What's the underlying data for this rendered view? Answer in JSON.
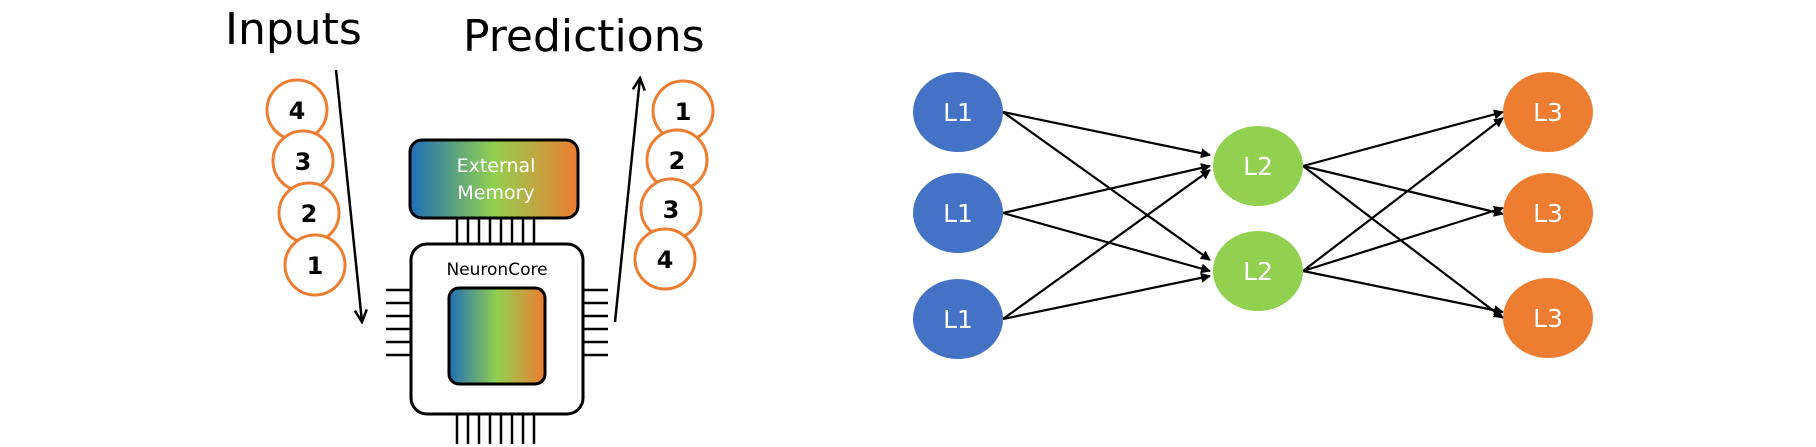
{
  "left_diagram": {
    "inputs_label": "Inputs",
    "predictions_label": "Predictions",
    "input_queue": [
      "4",
      "3",
      "2",
      "1"
    ],
    "prediction_queue": [
      "1",
      "2",
      "3",
      "4"
    ],
    "external_memory_line1": "External",
    "external_memory_line2": "Memory",
    "neuroncore_label": "NeuronCore"
  },
  "right_diagram": {
    "layer1": [
      "L1",
      "L1",
      "L1"
    ],
    "layer2": [
      "L2",
      "L2"
    ],
    "layer3": [
      "L3",
      "L3",
      "L3"
    ],
    "colors": {
      "layer1": "#4472c4",
      "layer2": "#92d050",
      "layer3": "#ed7d31"
    }
  },
  "colors": {
    "queue_circle_stroke": "#ed7d31",
    "gradient": [
      "#1f6eb8",
      "#92d050",
      "#ed7d31"
    ]
  }
}
